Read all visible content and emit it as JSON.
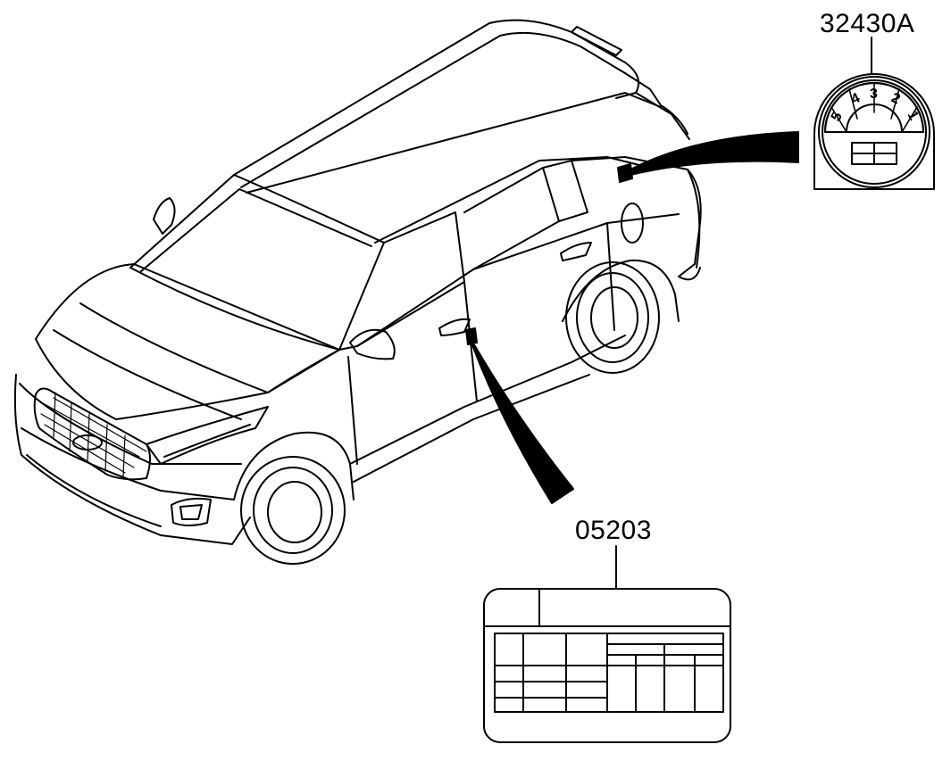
{
  "parts": [
    {
      "id": "fuel_cap_label",
      "number": "32430A",
      "dial_numbers": [
        "5",
        "4",
        "3",
        "2",
        "1"
      ]
    },
    {
      "id": "tire_pressure_label",
      "number": "05203"
    }
  ]
}
